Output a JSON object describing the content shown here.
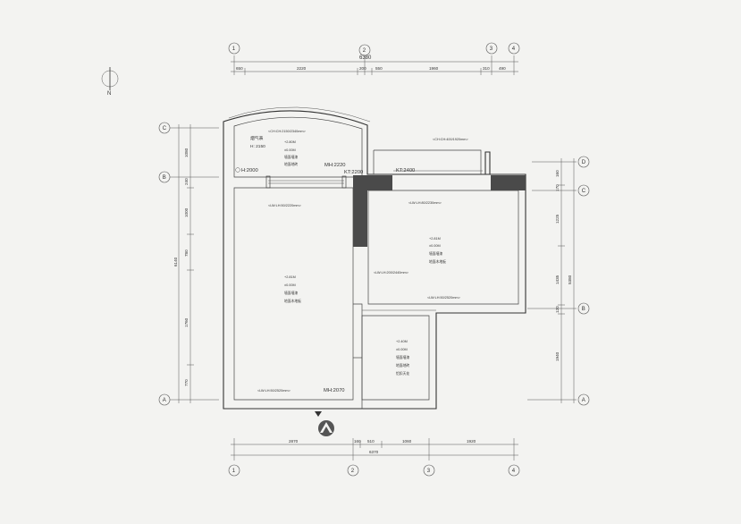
{
  "north": {
    "label": "N"
  },
  "top_dims": {
    "total": "6380",
    "segments": [
      "650",
      "2220",
      "200",
      "550",
      "1960",
      "310",
      "490"
    ],
    "axes": [
      "1",
      "2",
      "3",
      "4"
    ]
  },
  "bottom_dims": {
    "total": "6370",
    "segments": [
      "2870",
      "160",
      "510",
      "1060",
      "1920"
    ],
    "axes": [
      "1",
      "2",
      "3",
      "4"
    ]
  },
  "left_dims": {
    "total": "6140",
    "segments": [
      "1080",
      "240",
      "1000",
      "780",
      "1760",
      "770"
    ],
    "axes": [
      "C",
      "B",
      "A"
    ]
  },
  "right_dims": {
    "total": "5380",
    "segments": [
      "160",
      "170",
      "1225",
      "1435",
      "120",
      "1940"
    ],
    "axes": [
      "D",
      "C",
      "B",
      "A"
    ]
  },
  "rooms": {
    "balcony": {
      "name": "烟气表",
      "height": "H:  2150",
      "level_a": "+2.80M",
      "level_b": "±0.00M",
      "note1": "墙面墙漆",
      "note2": "地面地砖"
    },
    "living": {
      "level_a": "+2.81M",
      "level_b": "±0.00M",
      "note1": "墙面墙漆",
      "note2": "地面木地板"
    },
    "bedroom": {
      "level_a": "+2.81M",
      "level_b": "±0.00M",
      "note1": "墙面墙漆",
      "note2": "地面木地板"
    },
    "bath": {
      "level_a": "+2.40M",
      "level_b": "±0.00M",
      "note1": "墙面墙漆",
      "note2": "地面地砖",
      "note3": "铝扣天花"
    }
  },
  "tags": {
    "h2000": "H:2000",
    "mh2220": "MH:2220",
    "kt2200": "KT:2200",
    "kt2400": "KT:2400",
    "mh2070": "MH:2070"
  },
  "openings": {
    "balcony_arc": "<CH:CH:2150/2340mm>",
    "window_bed": "<CH:CH:400/1920mm>",
    "living_top": "<LW:LH:50/2220mm>",
    "bed_top": "<LW:LH:80/2230mm>",
    "mid_wall": "<LW:LH:200/2440mm>",
    "bath_top": "<LW:LH:50/2520mm>",
    "bottom": "<LW:LH:50/2520mm>"
  }
}
